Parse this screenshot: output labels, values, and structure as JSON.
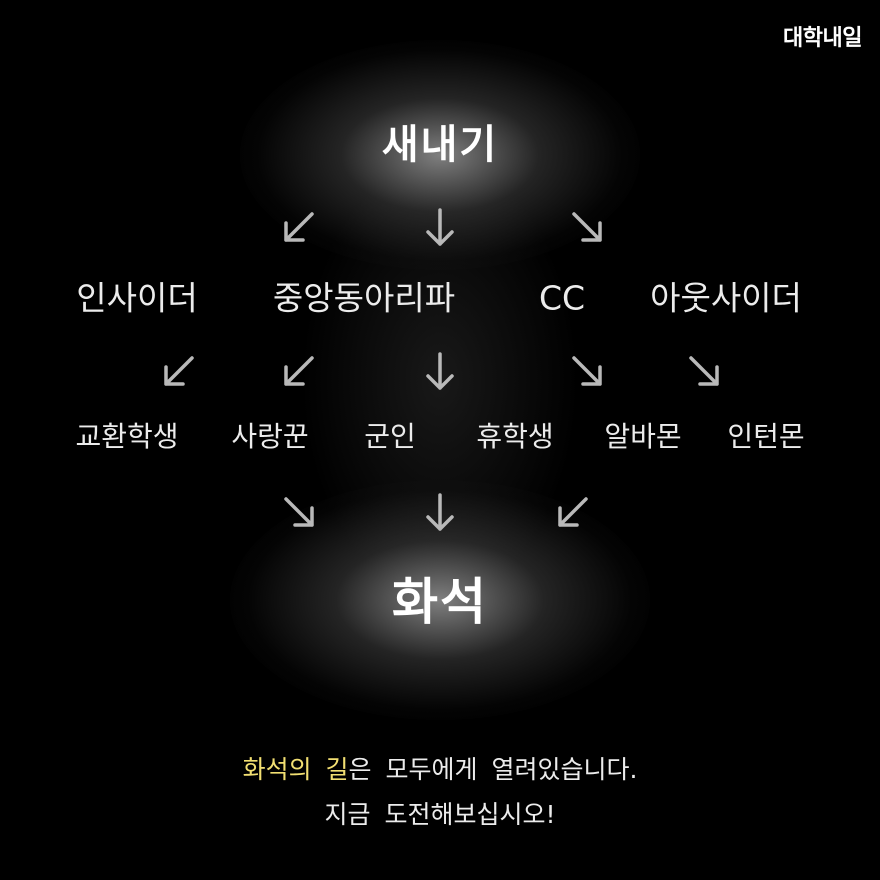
{
  "brand": "대학내일",
  "top_node": "새내기",
  "bottom_node": "화석",
  "row1": [
    "인사이더",
    "중앙동아리파",
    "CC",
    "아웃사이더"
  ],
  "row2": [
    "교환학생",
    "사랑꾼",
    "군인",
    "휴학생",
    "알바몬",
    "인턴몬"
  ],
  "arrows": {
    "top_to_row1": [
      "down-left",
      "down",
      "down-right"
    ],
    "row1_to_row2": [
      "down-left",
      "down-left",
      "down",
      "down-right",
      "down-right"
    ],
    "row2_to_bottom": [
      "down-right",
      "down",
      "down-left"
    ]
  },
  "caption": {
    "line1_highlight": "화석의 길",
    "line1_rest": "은 모두에게 열려있습니다.",
    "line2": "지금 도전해보십시오!"
  },
  "colors": {
    "background": "#000000",
    "text": "#ececec",
    "highlight": "#f2df72",
    "arrow": "#b9b9b9"
  }
}
